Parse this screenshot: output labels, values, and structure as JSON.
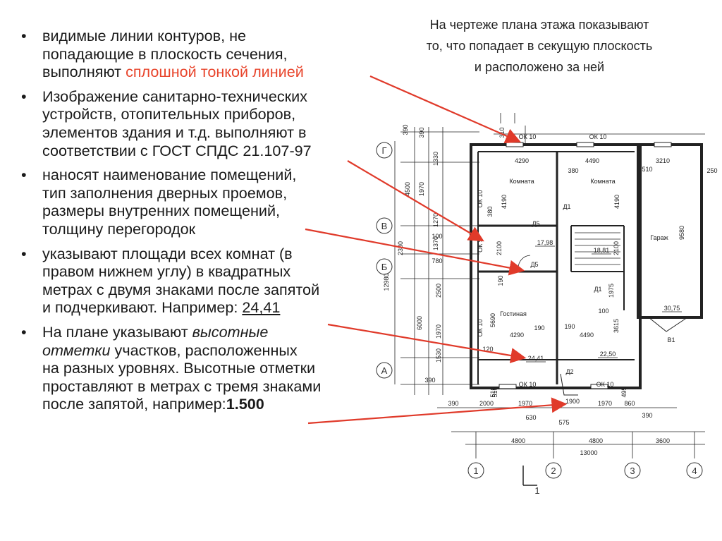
{
  "caption": {
    "lines": [
      "На чертеже плана этажа показывают",
      "то, что попадает в секущую плоскость",
      "и расположено за ней"
    ]
  },
  "bullets": [
    {
      "lines": [
        [
          {
            "t": "видимые линии контуров, не"
          }
        ],
        [
          {
            "t": "попадающие в плоскость сечения,"
          }
        ],
        [
          {
            "t": "выполняют "
          },
          {
            "t": "сплошной тонкой линией",
            "s": "red"
          }
        ]
      ]
    },
    {
      "lines": [
        [
          {
            "t": "Изображение санитарно-технических"
          }
        ],
        [
          {
            "t": "устройств, отопительных приборов,"
          }
        ],
        [
          {
            "t": "элементов здания и т.д. выполняют в"
          }
        ],
        [
          {
            "t": "соответствии с ГОСТ СПДС 21.107-97"
          }
        ]
      ]
    },
    {
      "lines": [
        [
          {
            "t": "наносят наименование помещений,"
          }
        ],
        [
          {
            "t": "тип заполнения дверных проемов,"
          }
        ],
        [
          {
            "t": "размеры внутренних помещений,"
          }
        ],
        [
          {
            "t": "толщину перегородок"
          }
        ]
      ]
    },
    {
      "lines": [
        [
          {
            "t": "указывают площади всех комнат (в"
          }
        ],
        [
          {
            "t": "правом нижнем углу) в квадратных"
          }
        ],
        [
          {
            "t": "метрах с двумя знаками после запятой"
          }
        ],
        [
          {
            "t": "и подчеркивают. Например: "
          },
          {
            "t": "24,41",
            "s": "ul"
          }
        ]
      ]
    },
    {
      "lines": [
        [
          {
            "t": "На плане указывают "
          },
          {
            "t": "высотные",
            "s": "it"
          }
        ],
        [
          {
            "t": "отметки",
            "s": "it"
          },
          {
            "t": " участков, расположенных"
          }
        ],
        [
          {
            "t": "на разных уровнях. Высотные отметки"
          }
        ],
        [
          {
            "t": "проставляют в метрах с тремя знаками"
          }
        ],
        [
          {
            "t": "после запятой, например:"
          },
          {
            "t": "1.500",
            "s": "bold"
          }
        ]
      ]
    }
  ],
  "plan": {
    "axes_letters": [
      "Г",
      "В",
      "Б",
      "А"
    ],
    "axes_numbers": [
      "1",
      "2",
      "3",
      "4"
    ],
    "rooms": [
      "Комната",
      "Комната",
      "Гостиная",
      "Гараж"
    ],
    "areas": [
      "17,98",
      "18,81",
      "24,41",
      "22,50",
      "30,75"
    ],
    "doors": [
      "Д5",
      "Д1",
      "Д5",
      "Д1",
      "Д2",
      "В1"
    ],
    "windows": [
      "ОК 10",
      "ОК 10",
      "ОК 10",
      "ОК 10",
      "ОК 10",
      "ОК 10",
      "ОК 5",
      "ОК 10"
    ],
    "top_dims": [
      "4290",
      "4490",
      "3210",
      "250"
    ],
    "inner_dims": [
      "380",
      "4190",
      "380",
      "4190",
      "510",
      "9580",
      "190",
      "5690",
      "4290",
      "190",
      "4490",
      "3615",
      "1975",
      "100",
      "120",
      "190",
      "2100",
      "2100",
      "1900"
    ],
    "left_dims": [
      "390",
      "1330",
      "1970",
      "4500",
      "1270",
      "1370",
      "2380",
      "2500",
      "12980",
      "6000",
      "1970",
      "1530",
      "390"
    ],
    "left_small": [
      "780",
      "100",
      "510"
    ],
    "bottom_dims": [
      "390",
      "2000",
      "1970",
      "900",
      "1970",
      "860",
      "390",
      "630",
      "575",
      "4800",
      "4800",
      "3600",
      "13000"
    ],
    "small_dims": [
      "310",
      "390",
      "510",
      "495"
    ],
    "section_mark": "1"
  }
}
